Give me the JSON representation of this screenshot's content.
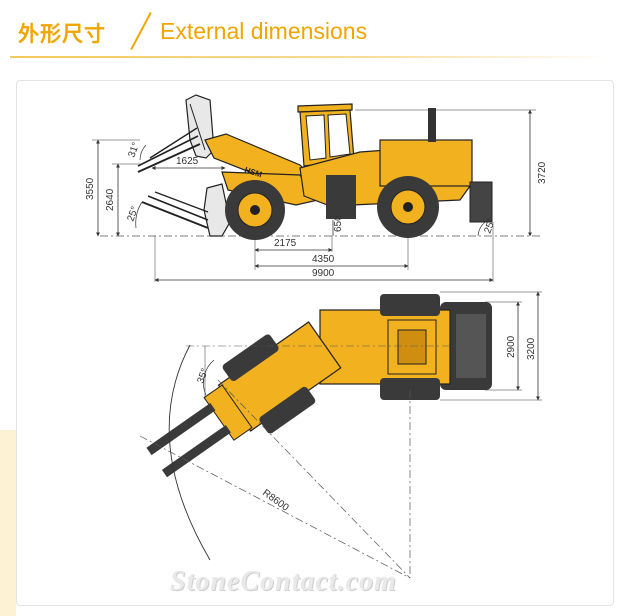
{
  "header": {
    "title_cn": "外形尺寸",
    "title_en": "External dimensions"
  },
  "side_view": {
    "dims": {
      "d3550": "3550",
      "d2640": "2640",
      "d31": "31°",
      "d25left": "25°",
      "d1625": "1625",
      "d3720": "3720",
      "d650": "650",
      "d25right": "25°",
      "d2175": "2175",
      "d4350": "4350",
      "d9900": "9900"
    },
    "brand_label": "HSM"
  },
  "top_view": {
    "dims": {
      "d2900": "2900",
      "d3200": "3200",
      "d35": "35°",
      "r8600": "R8600"
    }
  },
  "watermark": "StoneContact.com",
  "colors": {
    "accent": "#f0a500",
    "machine_yellow": "#f2b11e",
    "machine_dark": "#2b2b2b",
    "tire": "#3a3a3a"
  }
}
